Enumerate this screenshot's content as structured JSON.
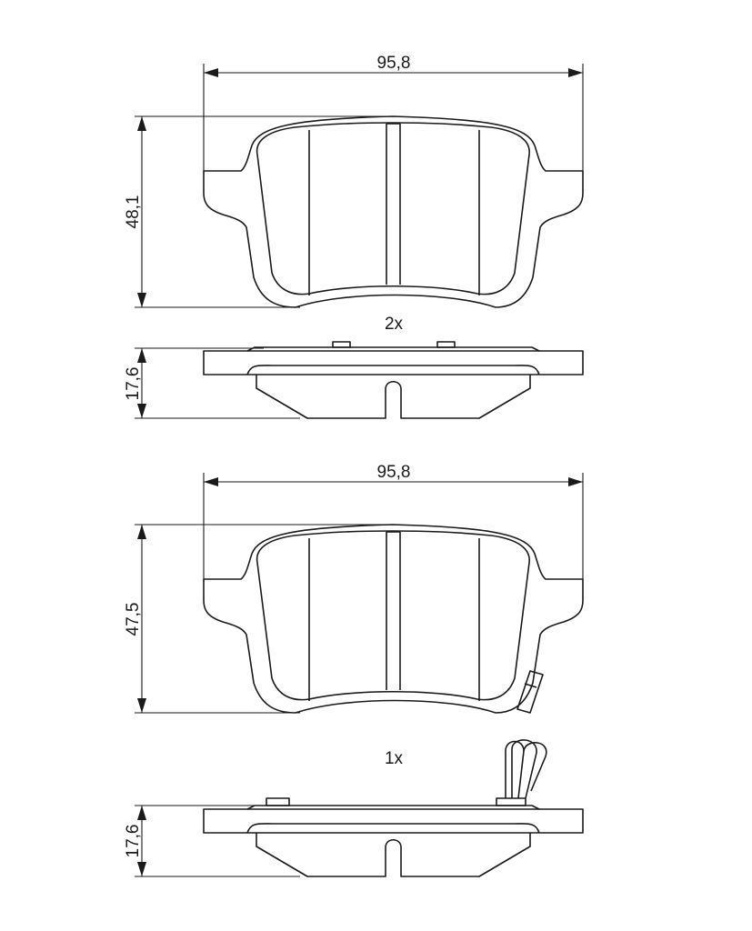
{
  "pad_1": {
    "width_label": "95,8",
    "height_label": "48,1",
    "quantity_label": "2x",
    "thickness_label": "17,6"
  },
  "pad_2": {
    "width_label": "95,8",
    "height_label": "47,5",
    "quantity_label": "1x",
    "thickness_label": "17,6",
    "has_wear_indicator": true
  },
  "colors": {
    "line": "#1a1a1a",
    "background": "#ffffff"
  }
}
